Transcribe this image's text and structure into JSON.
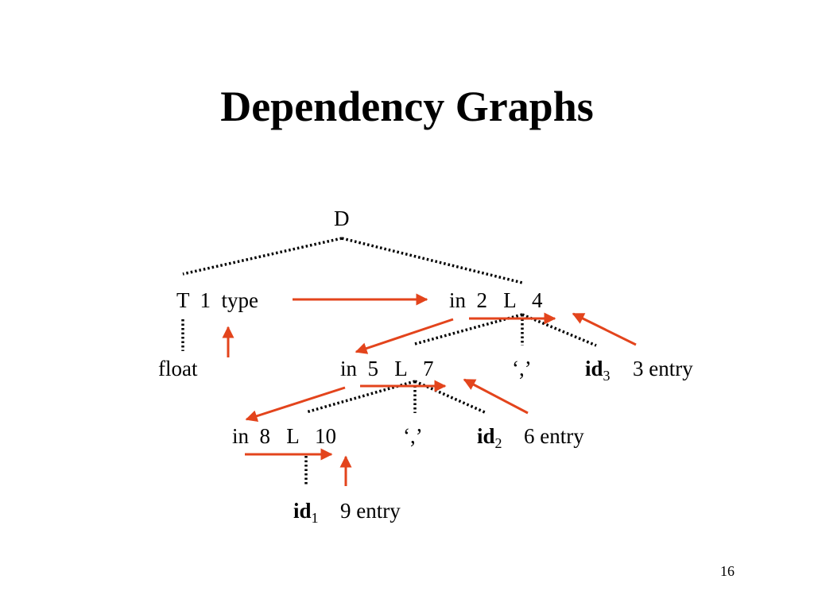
{
  "slide": {
    "title": "Dependency Graphs",
    "number": "16"
  },
  "colors": {
    "arrow": "#e3441c",
    "tree_edge": "#000000"
  },
  "tree": {
    "D": "D",
    "T_node": "T  1  type",
    "L_top": "in  2   L   4",
    "float": "float",
    "L_mid": "in  5   L   7",
    "comma_top": "‘,’",
    "id3": "id",
    "id3_sub": "3",
    "id3_entry": "3 entry",
    "L_low": "in  8   L   10",
    "comma_low": "‘,’",
    "id2": "id",
    "id2_sub": "2",
    "id2_entry": "6 entry",
    "id1": "id",
    "id1_sub": "1",
    "id1_entry": "9 entry"
  }
}
